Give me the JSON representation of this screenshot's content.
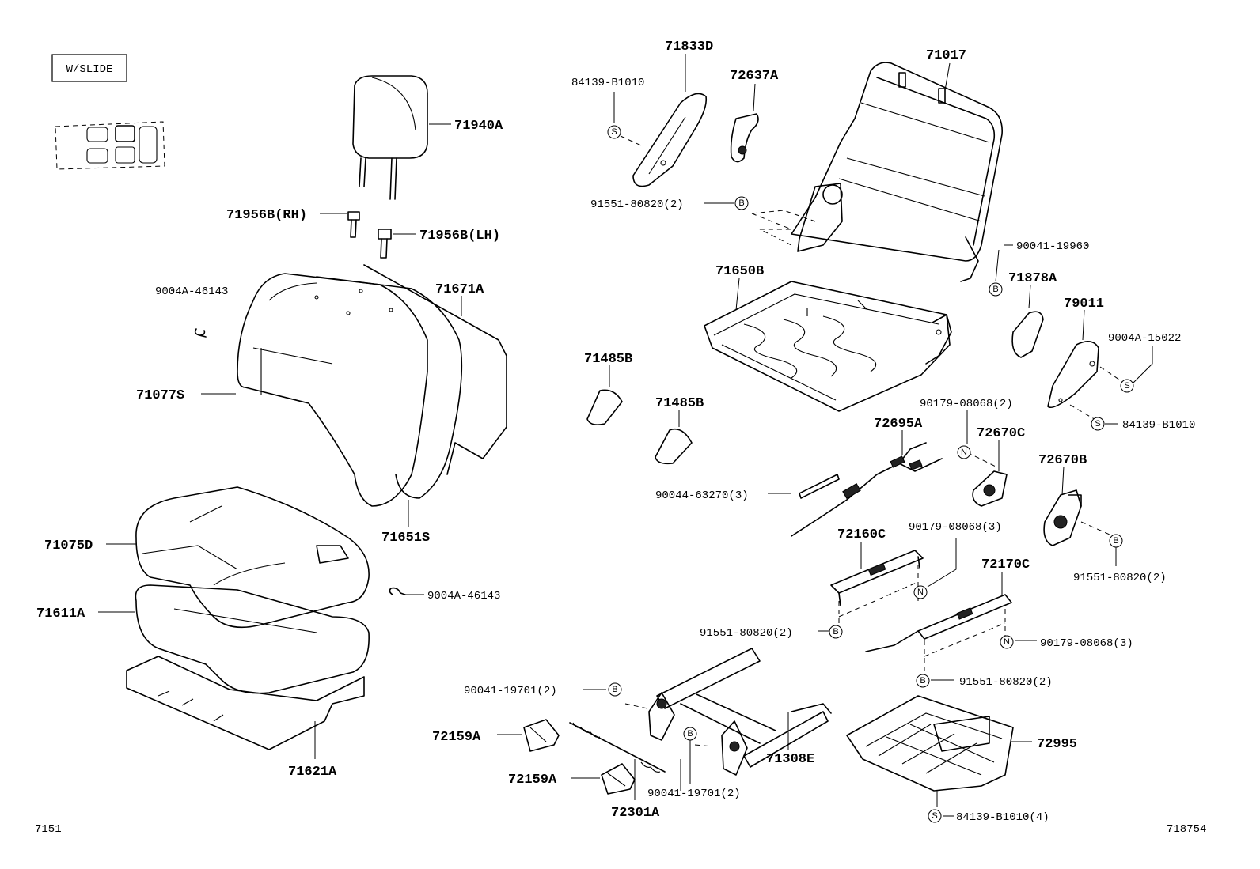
{
  "variant_box": "W/SLIDE",
  "footer": {
    "left_code": "7151",
    "right_code": "718754"
  },
  "symbols": {
    "s": "S",
    "b": "B",
    "n": "N"
  },
  "labels": {
    "p71940A": "71940A",
    "p71956B_RH": "71956B(RH)",
    "p71956B_LH": "71956B(LH)",
    "p9004A_46143_top": "9004A-46143",
    "p71671A": "71671A",
    "p71077S": "71077S",
    "p71651S": "71651S",
    "p71075D": "71075D",
    "p9004A_46143_mid": "9004A-46143",
    "p71611A": "71611A",
    "p71621A": "71621A",
    "p84139_B1010_top": "84139-B1010",
    "p71833D": "71833D",
    "p72637A": "72637A",
    "p71017": "71017",
    "p91551_80820_2_top": "91551-80820(2)",
    "p90041_19960": "90041-19960",
    "p71650B": "71650B",
    "p71878A": "71878A",
    "p79011": "79011",
    "p9004A_15022": "9004A-15022",
    "p84139_B1010_right": "84139-B1010",
    "p71485B_a": "71485B",
    "p71485B_b": "71485B",
    "p90179_08068_2": "90179-08068(2)",
    "p72695A": "72695A",
    "p72670C": "72670C",
    "p72670B": "72670B",
    "p90044_63270_3": "90044-63270(3)",
    "p90179_08068_3_a": "90179-08068(3)",
    "p72160C": "72160C",
    "p91551_80820_2_right": "91551-80820(2)",
    "p72170C": "72170C",
    "p91551_80820_2_mid": "91551-80820(2)",
    "p90179_08068_3_b": "90179-08068(3)",
    "p90041_19701_2_a": "90041-19701(2)",
    "p91551_80820_2_low": "91551-80820(2)",
    "p72159A_a": "72159A",
    "p72995": "72995",
    "p71308E": "71308E",
    "p72159A_b": "72159A",
    "p90041_19701_2_b": "90041-19701(2)",
    "p84139_B1010_4": "84139-B1010(4)",
    "p72301A": "72301A"
  }
}
